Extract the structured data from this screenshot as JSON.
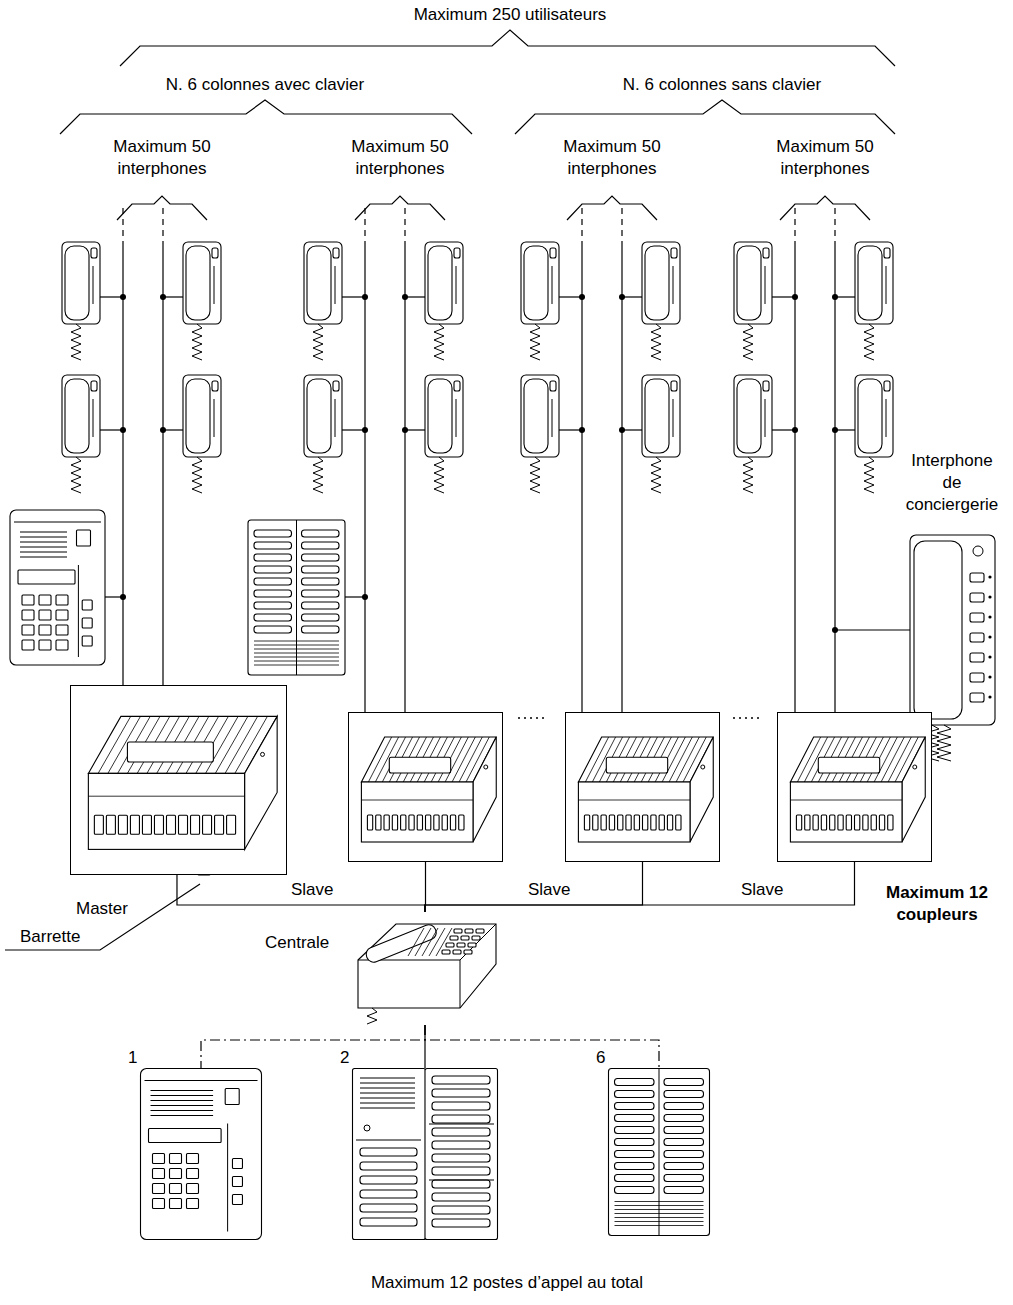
{
  "diagram": {
    "nodes": [
      {
        "text": [
          "Master"
        ]
      },
      {
        "text": [
          "Slave"
        ]
      },
      {
        "text": [
          "Slave"
        ]
      },
      {
        "text": [
          "Slave"
        ]
      },
      {
        "text": [
          "Centrale"
        ]
      },
      {
        "text": [
          "1"
        ]
      },
      {
        "text": [
          "2"
        ]
      },
      {
        "text": [
          "6"
        ]
      }
    ],
    "edges": [
      {
        "from": 0,
        "to": 4,
        "arrow": "none"
      },
      {
        "from": 1,
        "to": 4,
        "arrow": "none"
      },
      {
        "from": 2,
        "to": 4,
        "arrow": "none"
      },
      {
        "from": 3,
        "to": 4,
        "arrow": "none"
      },
      {
        "from": 4,
        "to": 5,
        "arrow": "none"
      },
      {
        "from": 4,
        "to": 6,
        "arrow": "none"
      },
      {
        "from": 4,
        "to": 7,
        "arrow": "none"
      }
    ],
    "labels": [
      "Maximum 250 utilisateurs",
      "N. 6 colonnes avec clavier",
      "N. 6 colonnes sans clavier",
      "Maximum 50 interphones",
      "Maximum 50 interphones",
      "Maximum 50 interphones",
      "Maximum 50 interphones",
      "Interphone de conciergerie",
      "Barrette",
      "Maximum 12 coupleurs",
      "Maximum 12 postes d’appel au total"
    ]
  }
}
